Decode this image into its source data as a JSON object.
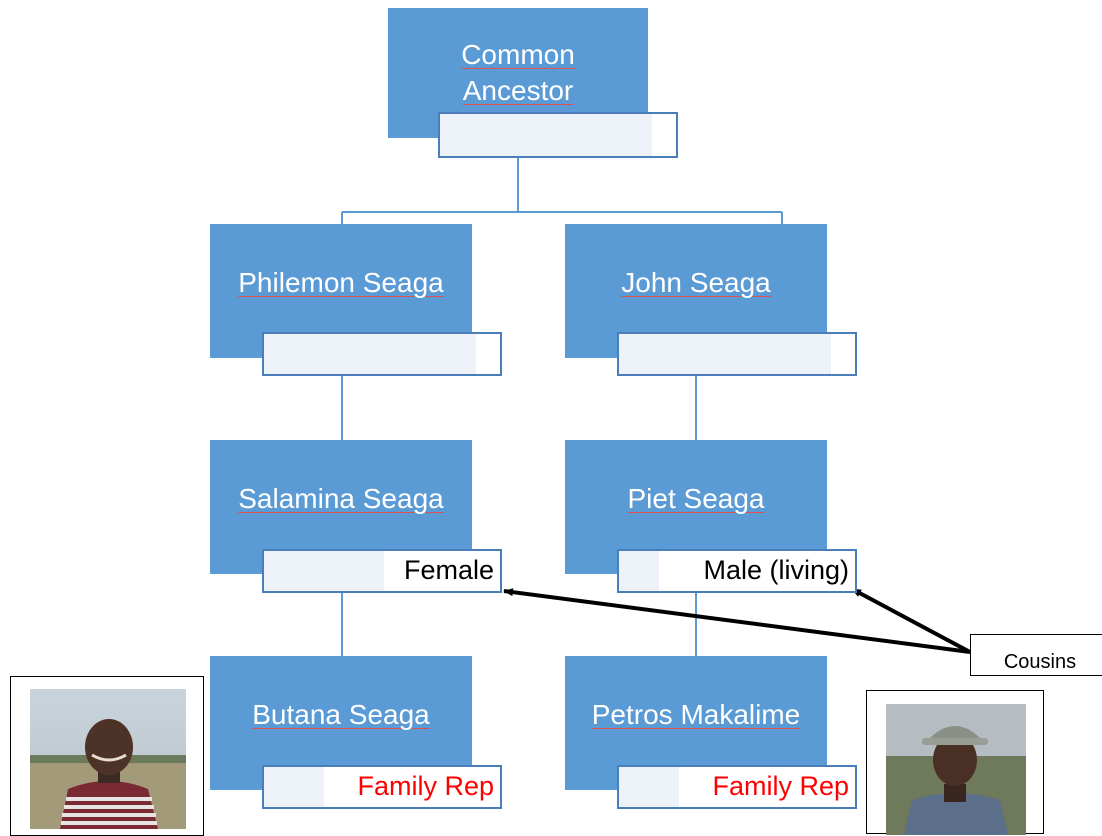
{
  "nodes": {
    "ancestor": {
      "name": "Common Ancestor",
      "note": ""
    },
    "philemon": {
      "name": "Philemon Seaga",
      "note": ""
    },
    "john": {
      "name": "John Seaga",
      "note": ""
    },
    "salamina": {
      "name": "Salamina Seaga",
      "note": "Female"
    },
    "piet": {
      "name": "Piet Seaga",
      "note": "Male (living)"
    },
    "butana": {
      "name": "Butana Seaga",
      "note": "Family Rep"
    },
    "petros": {
      "name": "Petros Makalime",
      "note": "Family Rep"
    }
  },
  "callout": {
    "label": "Cousins"
  },
  "colors": {
    "node_fill": "#5b9bd5",
    "connector": "#5b9bd5",
    "rep_text": "#ff0000"
  }
}
